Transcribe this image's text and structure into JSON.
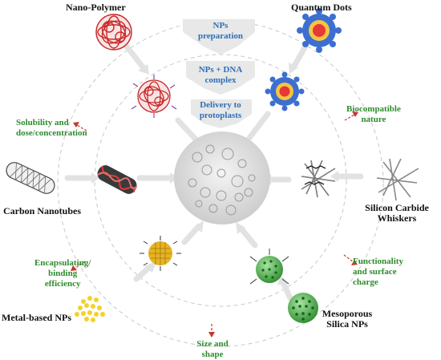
{
  "materials": {
    "nano_polymer": "Nano-Polymer",
    "quantum_dots": "Quantum Dots",
    "carbon_nanotubes": "Carbon Nanotubes",
    "silicon_carbide": "Silicon Carbide\nWhiskers",
    "metal_based": "Metal-based NPs",
    "mesoporous_silica": "Mesoporous\nSilica NPs"
  },
  "steps": {
    "preparation": "NPs\npreparation",
    "complex": "NPs + DNA\ncomplex",
    "delivery": "Delivery to\nprotoplasts"
  },
  "factors": {
    "solubility": "Solubility and\ndose/concentration",
    "biocompatible": "Biocompatible\nnature",
    "encapsulating": "Encapsulating/\nbinding\nefficiency",
    "functionality": "Functionality\nand surface\ncharge",
    "size_shape": "Size and\nshape"
  },
  "colors": {
    "step_text": "#2f6fb6",
    "factor_text": "#2e8b2e",
    "factor_arrow": "#c0392b",
    "polymer": "#c62828",
    "quantum_outer": "#3d6fd0",
    "quantum_inner": "#e53935",
    "silica": "#43a047",
    "metal": "#f2d22a",
    "flow_arrow": "#e3e3e3"
  }
}
